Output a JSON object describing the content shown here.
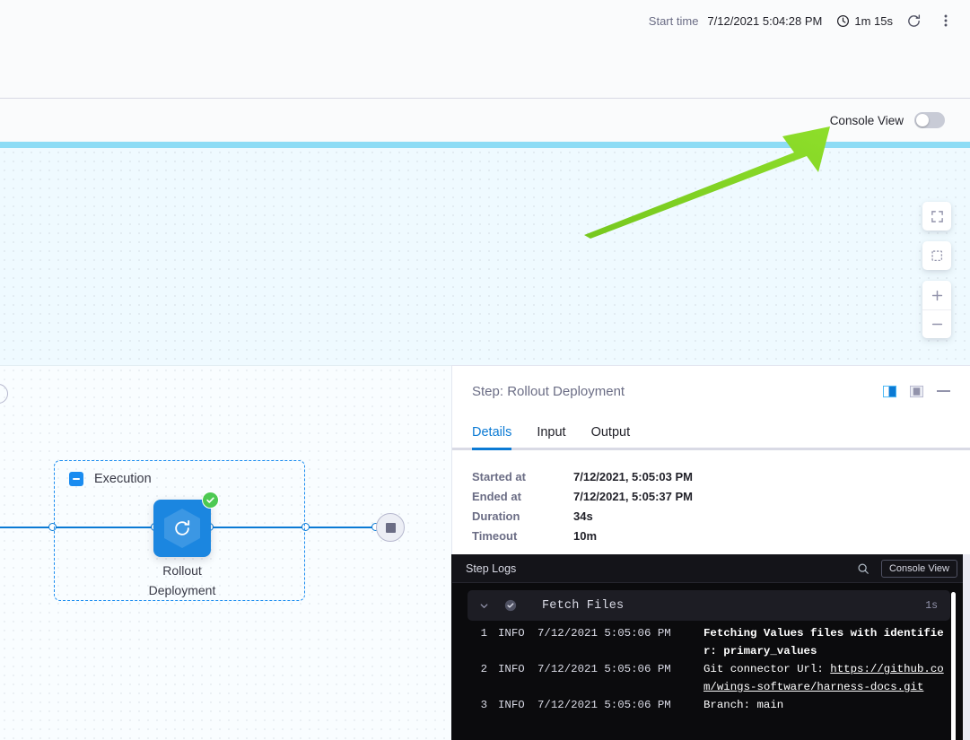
{
  "header": {
    "start_time_label": "Start time",
    "start_time_value": "7/12/2021 5:04:28 PM",
    "duration": "1m 15s",
    "clock_icon": "clock-icon",
    "refresh_icon": "refresh-icon",
    "more_icon": "more-vertical-icon"
  },
  "console_bar": {
    "label": "Console View",
    "toggle_state": "off"
  },
  "canvas": {
    "zoom_controls": [
      {
        "name": "fit-to-screen-button",
        "icon": "expand-icon"
      },
      {
        "name": "select-area-button",
        "icon": "crop-icon"
      },
      {
        "name": "zoom-in-button",
        "icon": "plus-icon"
      },
      {
        "name": "zoom-out-button",
        "icon": "minus-icon"
      }
    ],
    "graph": {
      "group_label": "Execution",
      "group_collapse_icon": "minus-square-icon",
      "step_name": "Rollout\nDeployment",
      "step_name_line1": "Rollout",
      "step_name_line2": "Deployment",
      "step_icon": "rollout-refresh-icon",
      "step_status": "success",
      "status_icon": "check-circle-icon",
      "end_node_icon": "stop-square-icon"
    }
  },
  "annotation": {
    "arrow_color": "#7ed321",
    "points_to": "console-view-toggle"
  },
  "step_panel": {
    "title": "Step: Rollout Deployment",
    "actions": [
      {
        "name": "split-view-left-button",
        "icon": "layout-left-icon",
        "active": true
      },
      {
        "name": "split-view-bottom-button",
        "icon": "layout-bottom-icon",
        "active": false
      },
      {
        "name": "minimize-panel-button",
        "icon": "minimize-icon",
        "active": false
      }
    ],
    "tabs": [
      {
        "label": "Details",
        "active": true
      },
      {
        "label": "Input",
        "active": false
      },
      {
        "label": "Output",
        "active": false
      }
    ],
    "details": [
      {
        "key": "Started at",
        "value": "7/12/2021, 5:05:03 PM"
      },
      {
        "key": "Ended at",
        "value": "7/12/2021, 5:05:37 PM"
      },
      {
        "key": "Duration",
        "value": "34s"
      },
      {
        "key": "Timeout",
        "value": "10m"
      }
    ]
  },
  "log_console": {
    "title": "Step Logs",
    "search_icon": "search-icon",
    "console_view_button": "Console View",
    "section": {
      "name": "Fetch Files",
      "duration": "1s",
      "status_icon": "check-circle-icon",
      "chevron_icon": "chevron-down-icon",
      "expanded": true
    },
    "lines": [
      {
        "num": "1",
        "level": "INFO",
        "timestamp": "7/12/2021 5:05:06 PM",
        "message": "Fetching Values files with identifier: primary_values",
        "bold": true,
        "link": ""
      },
      {
        "num": "2",
        "level": "INFO",
        "timestamp": "7/12/2021 5:05:06 PM",
        "message": "Git connector Url: ",
        "bold": false,
        "link": "https://github.com/wings-software/harness-docs.git"
      },
      {
        "num": "3",
        "level": "INFO",
        "timestamp": "7/12/2021 5:05:06 PM",
        "message": "Branch: main",
        "bold": false,
        "link": ""
      }
    ]
  },
  "colors": {
    "accent_blue": "#0b7ad4",
    "node_blue": "#1b86e0",
    "success_green": "#4dc952",
    "annotation_green": "#7ed321",
    "canvas_bg": "#effaff",
    "cyan_bar": "#8ddcf5",
    "console_bg": "#0b0b0d"
  }
}
